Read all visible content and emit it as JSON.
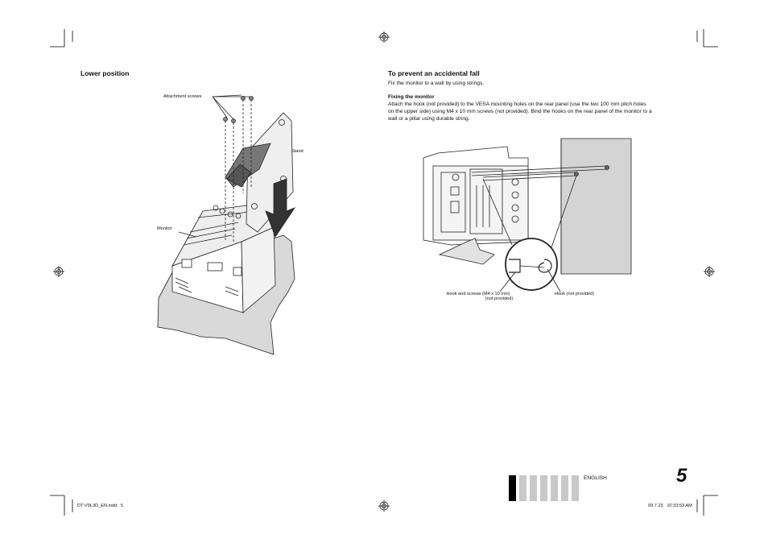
{
  "left": {
    "heading": "Lower position",
    "labels": {
      "attachment_screws": "Attachment screws",
      "stand": "Stand",
      "monitor": "Monitor"
    }
  },
  "right": {
    "heading": "To prevent an accidental fall",
    "intro": "Fix the monitor to a wall by using strings.",
    "subheading": "Fixing the monitor",
    "body_lines": [
      "Attach the hook (not provided) to the VESA mounting holes on the rear panel (use the two 100 mm pitch holes",
      "on the upper side) using M4 x 10 mm screws (not provided). Bind the hooks on the rear panel of the monitor to a",
      "wall or a pillar using durable string."
    ],
    "labels": {
      "hook_screws_line1": "Hook and screws (M4 x 10 mm)",
      "hook_screws_line2": "(not provided)",
      "hook": "Hook (not provided)"
    }
  },
  "footer": {
    "language": "ENGLISH",
    "page_number": "5",
    "file_info": "DT-V9L3D_EN.indd   5",
    "timestamp": "09.7.23   10:33:53 AM"
  },
  "colors": {
    "text": "#111111",
    "gray_bar": "#c8c8c8",
    "black_bar": "#000000",
    "line": "#222222"
  }
}
